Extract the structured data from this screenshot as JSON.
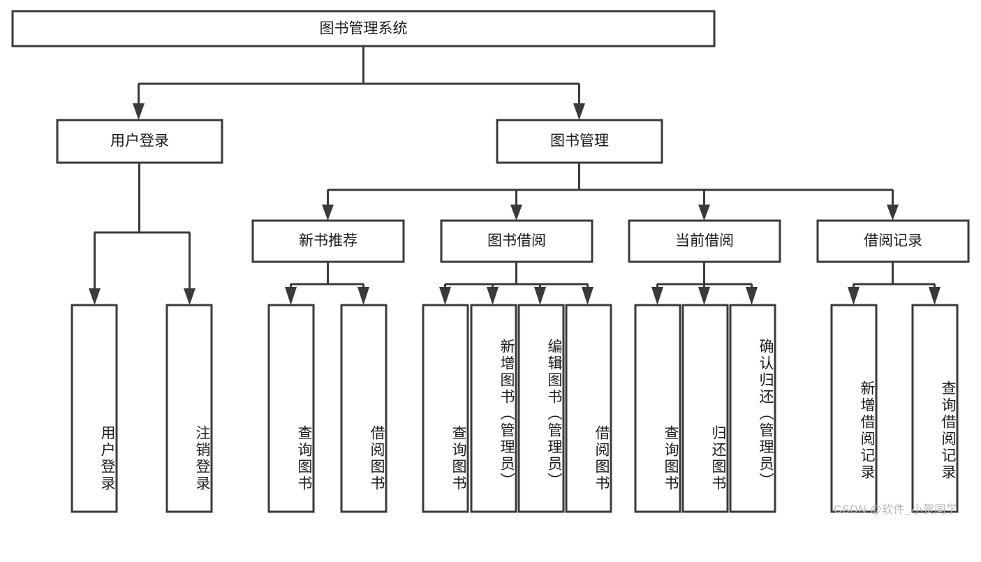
{
  "diagram": {
    "title": "图书管理系统",
    "type": "tree-hierarchy-diagram",
    "colors": {
      "box_stroke": "#3a3a3a",
      "box_fill": "#ffffff",
      "text": "#1b1b1b",
      "background": "#ffffff",
      "watermark": "#b9b9b9"
    },
    "root": {
      "label": "图书管理系统"
    },
    "level2": [
      {
        "label": "用户登录"
      },
      {
        "label": "图书管理"
      }
    ],
    "level3": [
      {
        "label": "新书推荐"
      },
      {
        "label": "图书借阅"
      },
      {
        "label": "当前借阅"
      },
      {
        "label": "借阅记录"
      }
    ],
    "leaves": {
      "user_login": [
        {
          "label": "用户登录"
        },
        {
          "label": "注销登录"
        }
      ],
      "new_book_recommend": [
        {
          "label": "查询图书"
        },
        {
          "label": "借阅图书"
        }
      ],
      "book_borrow": [
        {
          "label": "查询图书"
        },
        {
          "label": "新增图书（管理员）"
        },
        {
          "label": "编辑图书（管理员）"
        },
        {
          "label": "借阅图书"
        }
      ],
      "current_borrow": [
        {
          "label": "查询图书"
        },
        {
          "label": "归还图书"
        },
        {
          "label": "确认归还（管理员）"
        }
      ],
      "borrow_record": [
        {
          "label": "新增借阅记录"
        },
        {
          "label": "查询借阅记录"
        }
      ]
    }
  },
  "watermark": {
    "text": "CSDN @软件_小贺同学"
  }
}
